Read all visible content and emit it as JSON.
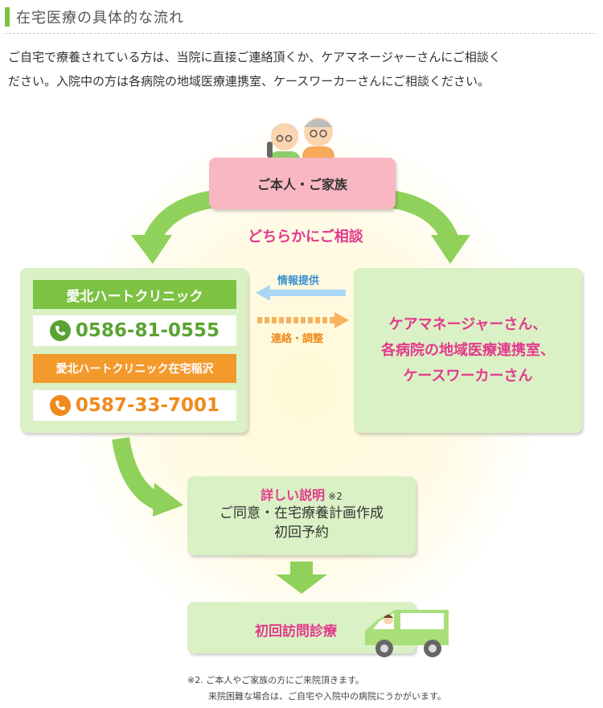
{
  "header": {
    "title": "在宅医療の具体的な流れ"
  },
  "intro": {
    "line1": "ご自宅で療養されている方は、当院に直接ご連絡頂くか、ケアマネージャーさんにご相談く",
    "line2": "ださい。入院中の方は各病院の地域医療連携室、ケースワーカーさんにご相談ください。"
  },
  "diagram": {
    "family_label": "ご本人・ご家族",
    "consult_label": "どちらかにご相談",
    "clinic1": {
      "name": "愛北ハートクリニック",
      "phone": "0586-81-0555"
    },
    "clinic2": {
      "name": "愛北ハートクリニック在宅稲沢",
      "phone": "0587-33-7001"
    },
    "info_label": "情報提供",
    "renraku_label": "連絡・調整",
    "care": {
      "line1": "ケアマネージャーさん、",
      "line2": "各病院の地域医療連携室、",
      "line3": "ケースワーカーさん"
    },
    "explain": {
      "title": "詳しい説明",
      "mark": "※2",
      "line1": "ご同意・在宅療養計画作成",
      "line2": "初回予約"
    },
    "visit_label": "初回訪問診療",
    "note": {
      "line1": "※2. ご本人やご家族の方にご来院頂きます。",
      "line2": "来院困難な場合は、ご自宅や入院中の病院にうかがいます。"
    }
  },
  "colors": {
    "accent_green": "#7dc242",
    "panel_green": "#daf1c6",
    "family_pink": "#f9b7c2",
    "text_pink": "#e4398c",
    "orange": "#f39a2d",
    "info_blue": "#3a8fd0"
  },
  "icons": [
    "phone-icon",
    "elderly-couple-icon",
    "doctor-van-icon"
  ]
}
